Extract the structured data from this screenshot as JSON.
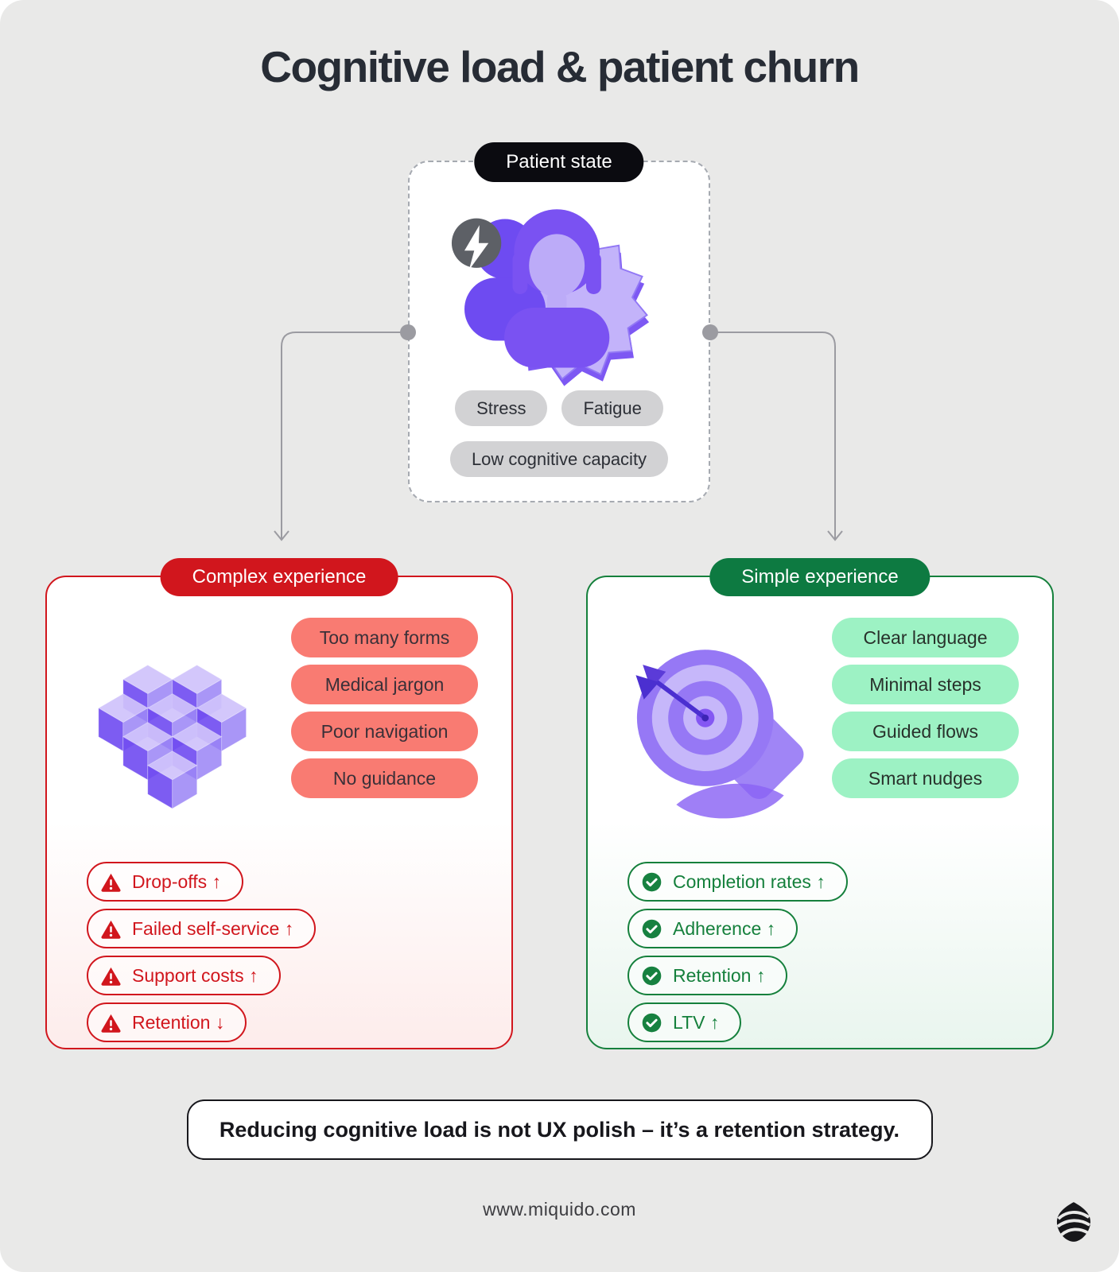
{
  "title": "Cognitive load & patient churn",
  "patient": {
    "badge": "Patient state",
    "icon": "lightning-icon",
    "tags": [
      "Stress",
      "Fatigue",
      "Low cognitive capacity"
    ]
  },
  "complex": {
    "badge": "Complex experience",
    "illustration": "glass-cubes-3d",
    "pills": [
      "Too many forms",
      "Medical jargon",
      "Poor navigation",
      "No guidance"
    ],
    "outcome_icon": "warning-icon",
    "outcomes": [
      "Drop-offs ↑",
      "Failed self-service ↑",
      "Support costs ↑",
      "Retention ↓"
    ]
  },
  "simple": {
    "badge": "Simple experience",
    "illustration": "dart-target-3d",
    "pills": [
      "Clear language",
      "Minimal steps",
      "Guided flows",
      "Smart nudges"
    ],
    "outcome_icon": "check-icon",
    "outcomes": [
      "Completion rates ↑",
      "Adherence ↑",
      "Retention ↑",
      "LTV ↑"
    ]
  },
  "takeaway": "Reducing cognitive load is not UX polish – it’s a retention strategy.",
  "footer": {
    "website": "www.miquido.com",
    "logo": "miquido-logo"
  },
  "colors": {
    "background": "#e9e9e8",
    "title_text": "#272c35",
    "black_badge": "#0b0b10",
    "gray_tag": "#d2d2d4",
    "connector_gray": "#9b9ba1",
    "red": "#d1161d",
    "salmon_pill": "#f97b72",
    "green_badge": "#0d7a41",
    "green_outline": "#15803c",
    "mint_pill": "#9df2c4",
    "purple": "#7a52f2",
    "purple_light": "#c3b3fa"
  }
}
